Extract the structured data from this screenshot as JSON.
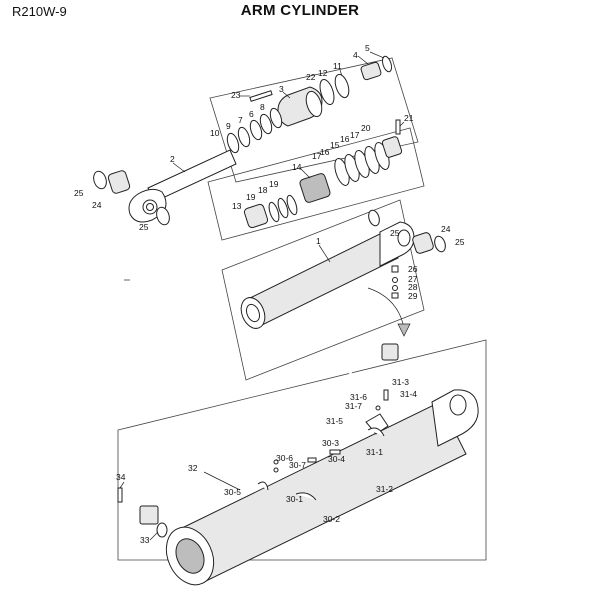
{
  "header": {
    "model": "R210W-9",
    "title": "ARM CYLINDER"
  },
  "labels": {
    "p1": "1",
    "p2": "2",
    "p3": "3",
    "p4": "4",
    "p5": "5",
    "p6": "6",
    "p7": "7",
    "p8": "8",
    "p9": "9",
    "p10": "10",
    "p11": "11",
    "p12": "12",
    "p13": "13",
    "p14": "14",
    "p15": "15",
    "p16a": "16",
    "p16b": "16",
    "p17a": "17",
    "p17b": "17",
    "p18": "18",
    "p19a": "19",
    "p19b": "19",
    "p20": "20",
    "p21": "21",
    "p22": "22",
    "p23": "23",
    "p24a": "24",
    "p24b": "24",
    "p25a": "25",
    "p25b": "25",
    "p25c": "25",
    "p25d": "25",
    "p26": "26",
    "p27": "27",
    "p28": "28",
    "p29": "29",
    "p30_1": "30-1",
    "p30_2": "30-2",
    "p30_3": "30-3",
    "p30_4": "30-4",
    "p30_5": "30-5",
    "p30_6": "30-6",
    "p30_7": "30-7",
    "p31_1": "31-1",
    "p31_2": "31-2",
    "p31_3": "31-3",
    "p31_4": "31-4",
    "p31_5": "31-5",
    "p31_6": "31-6",
    "p31_7": "31-7",
    "p32": "32",
    "p33": "33",
    "p34": "34"
  }
}
